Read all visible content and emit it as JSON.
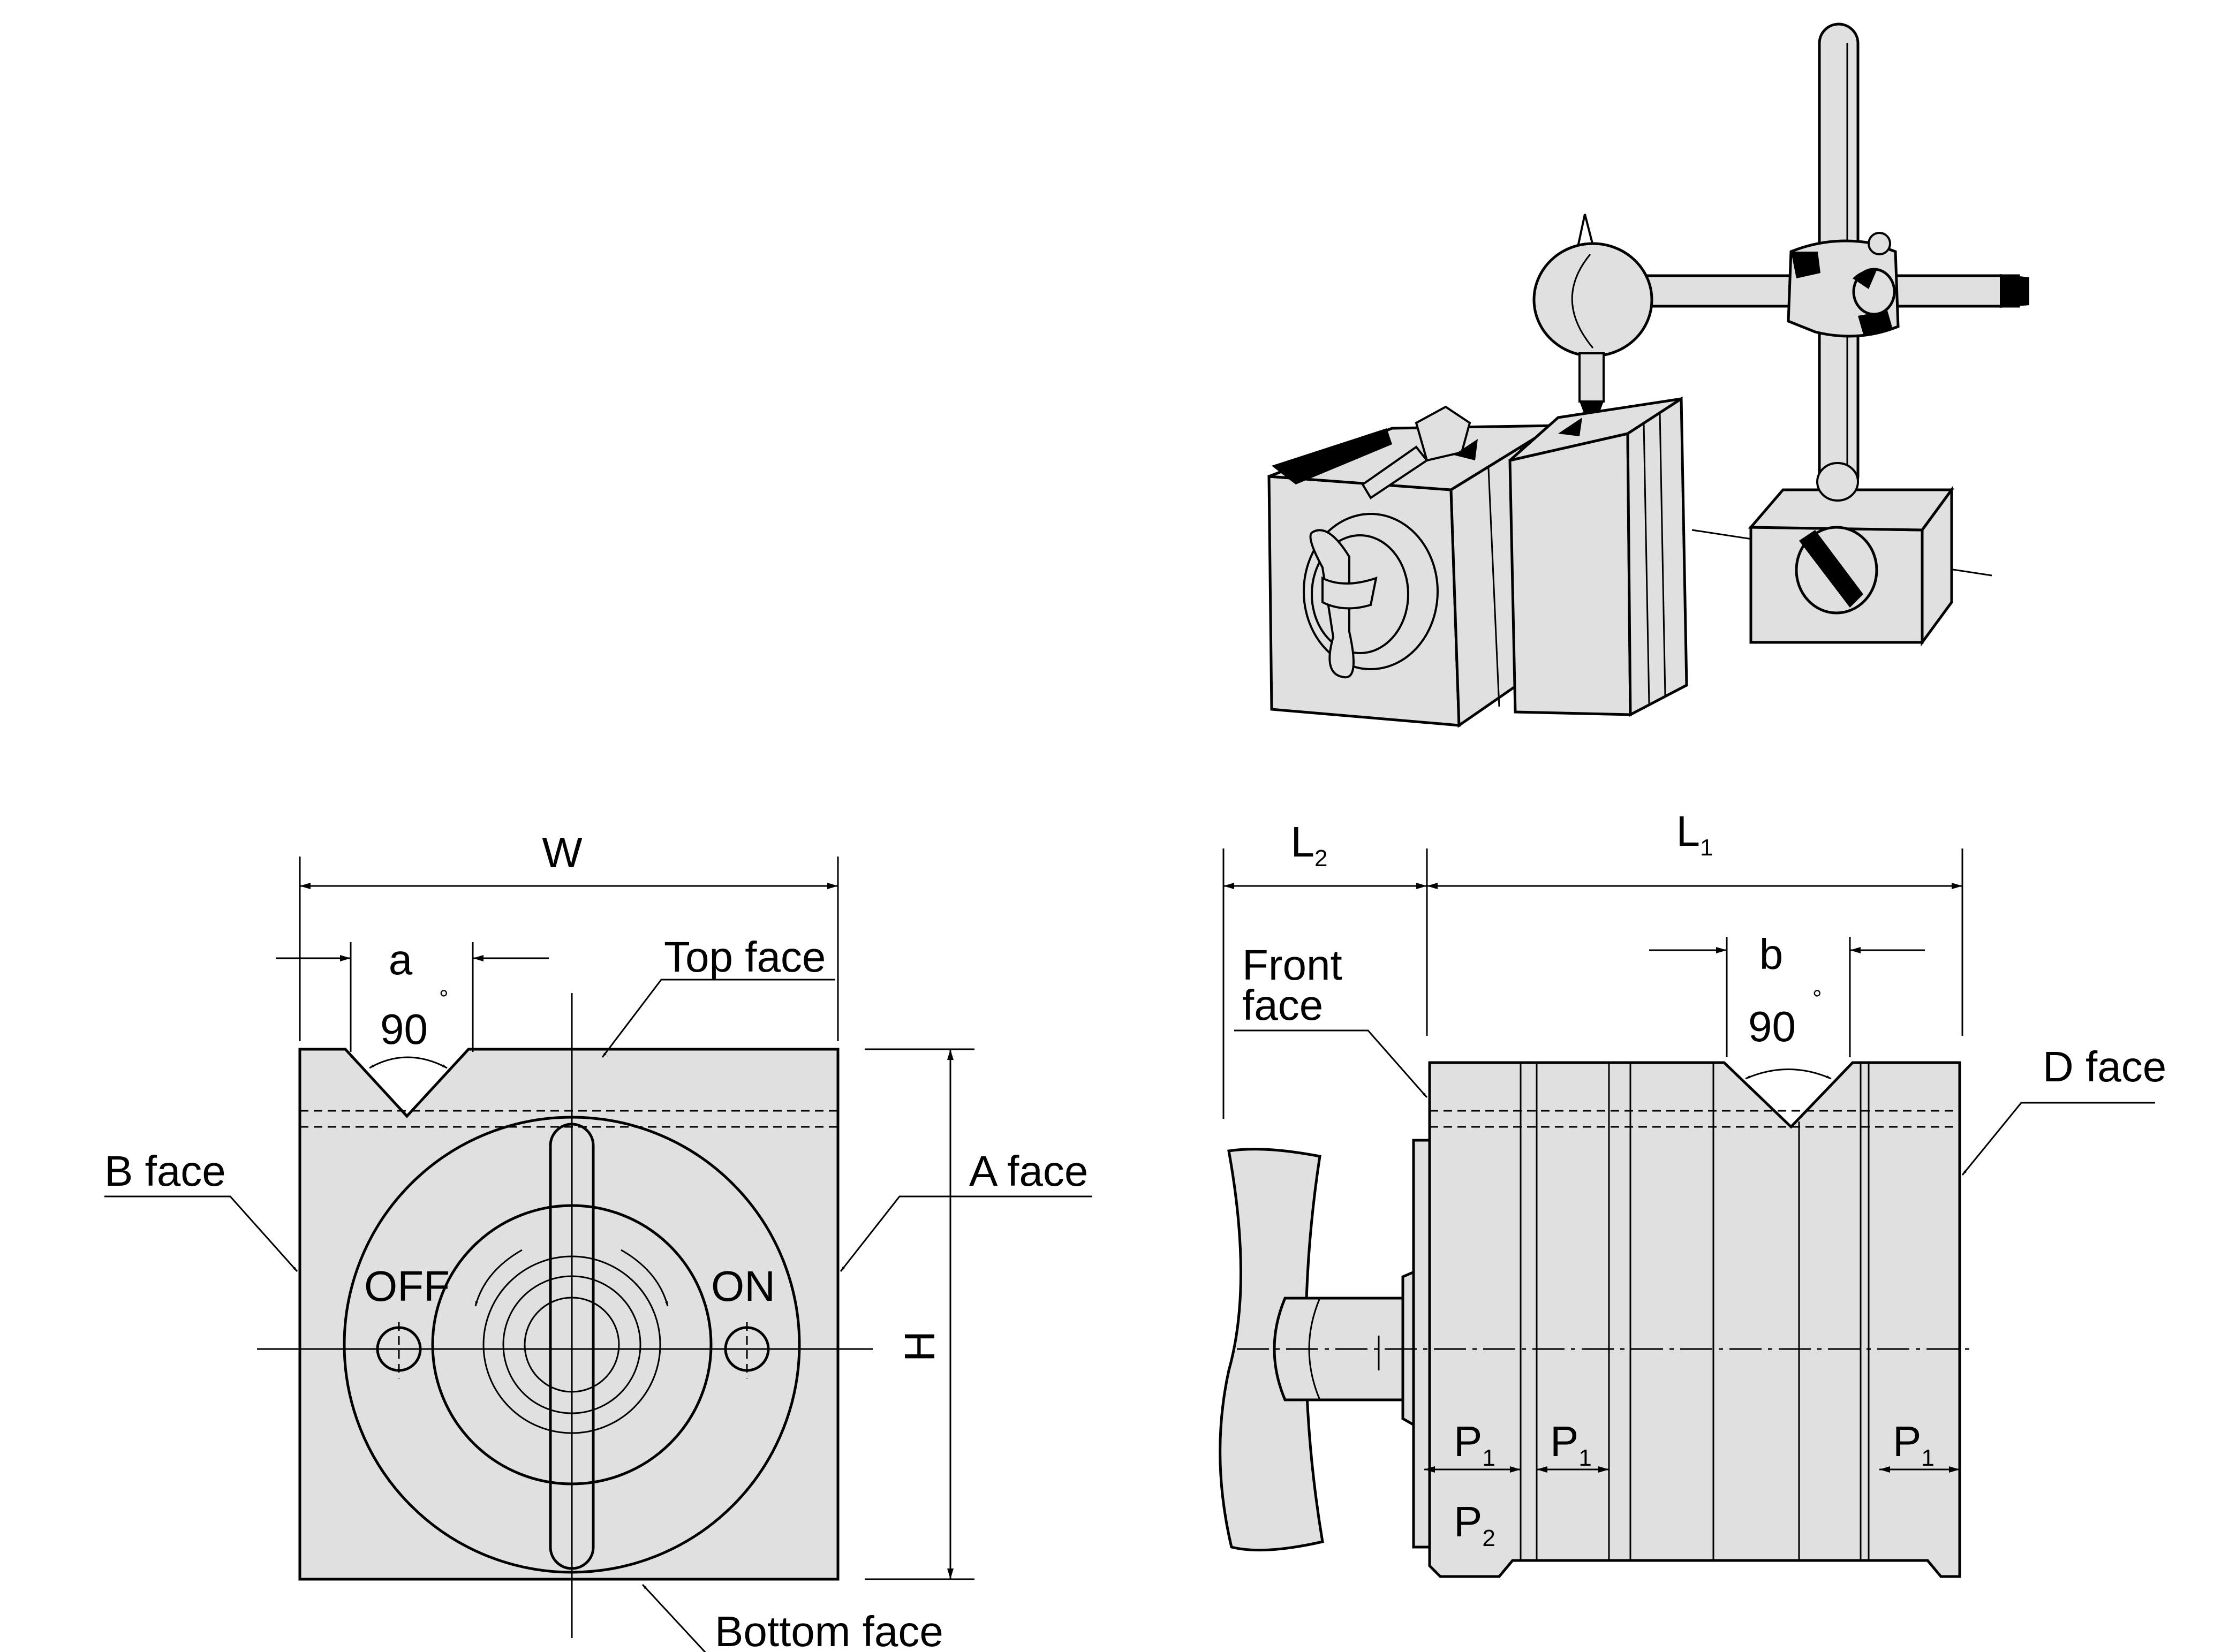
{
  "figure": {
    "title": "Magnetic V-block drawing with magnetic base indicator stand"
  },
  "colors": {
    "body_fill": "#e0e0e0",
    "line": "#000000",
    "background": "#ffffff"
  },
  "front_view": {
    "width_label": "W",
    "height_label": "H",
    "groove_label": "a",
    "angle_label": "90",
    "degree_symbol": "°",
    "top_face": "Top face",
    "bottom_face": "Bottom face",
    "a_face": "A face",
    "b_face": "B face",
    "off_label": "OFF",
    "on_label": "ON"
  },
  "side_view": {
    "l2_main": "L",
    "l2_sub": "2",
    "l1_main": "L",
    "l1_sub": "1",
    "groove_label": "b",
    "angle_label": "90",
    "degree_symbol": "°",
    "front_face_line1": "Front",
    "front_face_line2": "face",
    "d_face": "D face",
    "p1_main": "P",
    "p1_sub": "1",
    "p2_main": "P",
    "p2_sub": "2"
  }
}
